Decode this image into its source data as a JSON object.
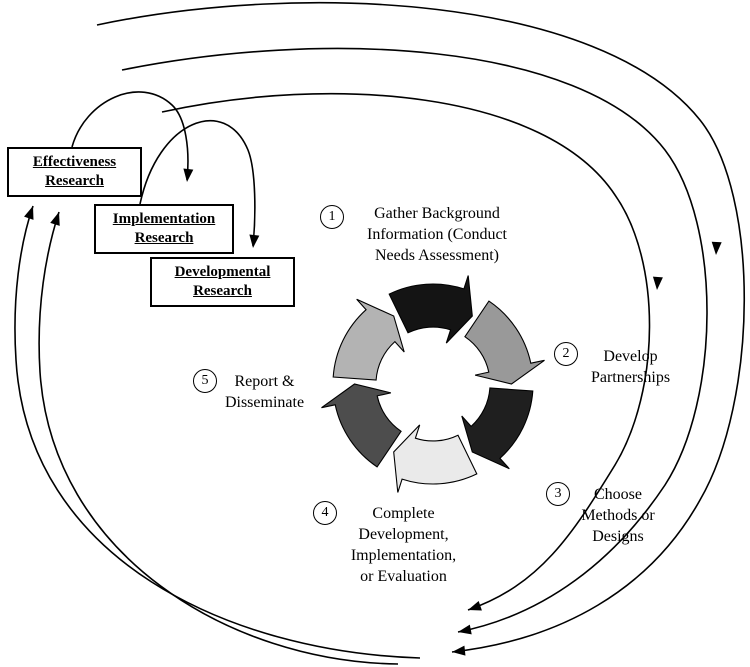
{
  "diagram": {
    "boxes": [
      {
        "lines": [
          "Effectiveness",
          "Research"
        ]
      },
      {
        "lines": [
          "Implementation",
          "Research"
        ]
      },
      {
        "lines": [
          "Developmental",
          "Research"
        ]
      }
    ],
    "steps": [
      {
        "number": "1",
        "lines": [
          "Gather Background",
          "Information (Conduct",
          "Needs Assessment)"
        ]
      },
      {
        "number": "2",
        "lines": [
          "Develop",
          "Partnerships"
        ]
      },
      {
        "number": "3",
        "lines": [
          "Choose",
          "Methods or",
          "Designs"
        ]
      },
      {
        "number": "4",
        "lines": [
          "Complete",
          "Development,",
          "Implementation,",
          "or Evaluation"
        ]
      },
      {
        "number": "5",
        "lines": [
          "Report &",
          "Disseminate"
        ]
      }
    ],
    "cycle": {
      "segment_colors": [
        "#141414",
        "#999999",
        "#1f1f1f",
        "#eaeaea",
        "#4d4d4d",
        "#b3b3b3"
      ],
      "line_color": "#000000"
    }
  }
}
